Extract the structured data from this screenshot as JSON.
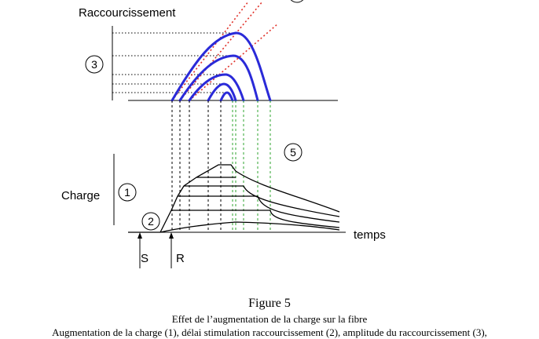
{
  "labels": {
    "shortening": "Raccourcissement",
    "load": "Charge",
    "time": "temps",
    "stimulus": "S",
    "response": "R"
  },
  "markers": [
    "1",
    "2",
    "3",
    "5"
  ],
  "caption": {
    "title": "Figure 5",
    "subtitle": "Effet de l’augmentation de la charge sur la fibre",
    "description": "Augmentation de la charge (1), délai stimulation raccourcissement (2), amplitude du raccourcissement (3),"
  },
  "colors": {
    "twitch_curves": "#2a2ad8",
    "tangent_lines": "#e0322a",
    "guide_green": "#2fa52f",
    "ink": "#000000"
  }
}
